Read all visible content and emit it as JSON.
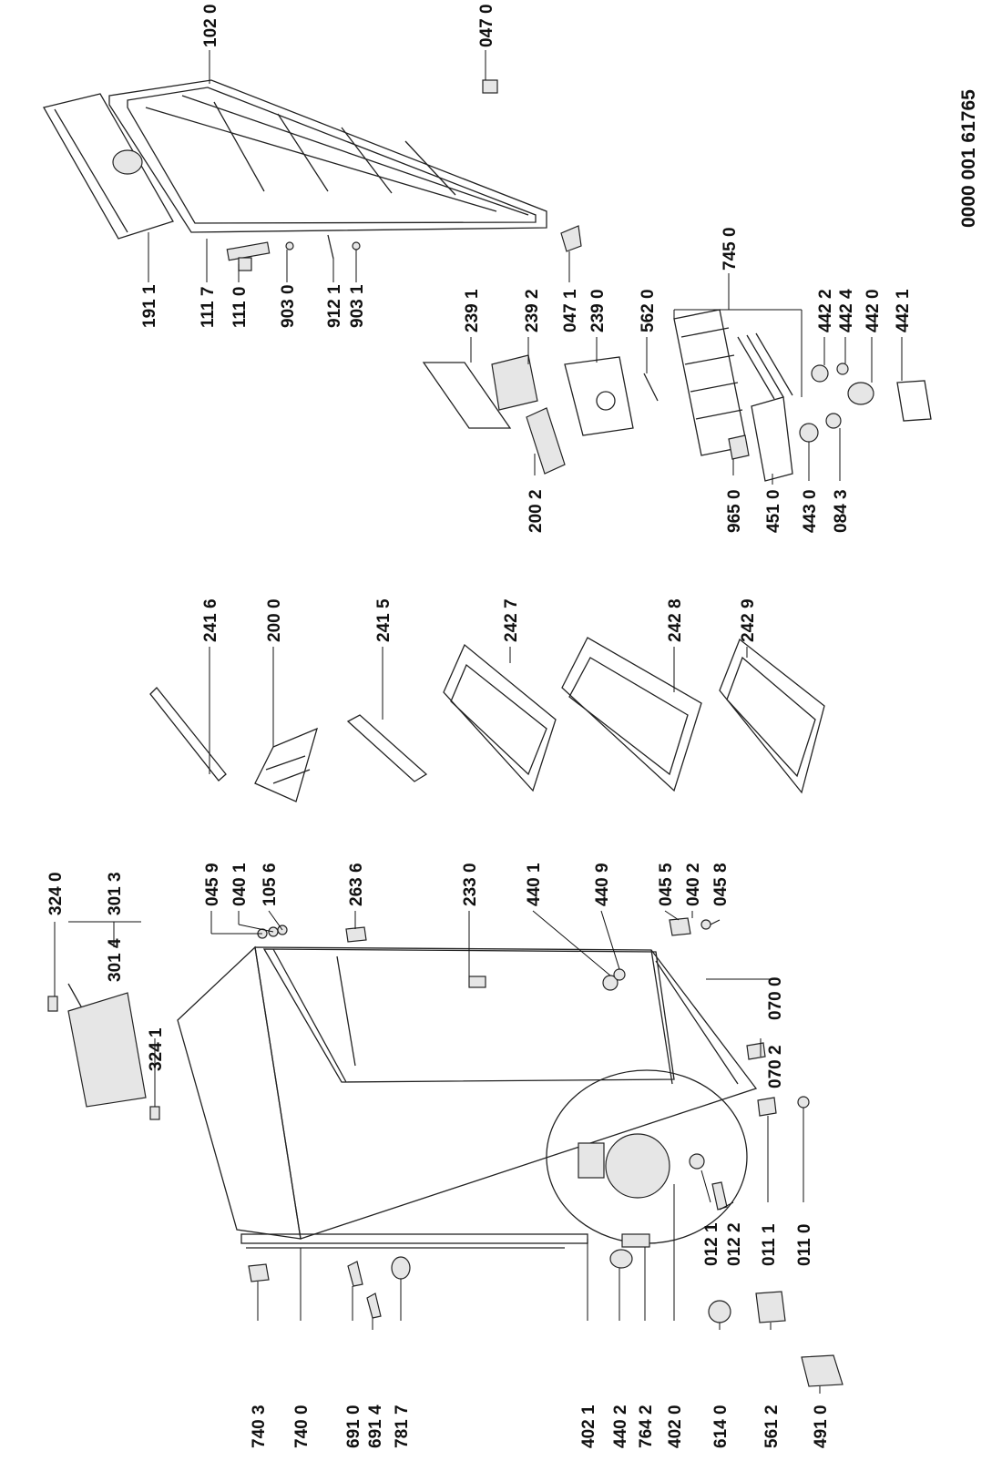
{
  "document_number": "0000 001 61765",
  "labels": {
    "l1020": "102 0",
    "l0470": "047 0",
    "l1911": "191 1",
    "l1117": "111 7",
    "l1110": "111 0",
    "l9030": "903 0",
    "l9121": "912 1",
    "l9031": "903 1",
    "l2391": "239 1",
    "l2392": "239 2",
    "l2390": "239 0",
    "l0471": "047 1",
    "l5620": "562 0",
    "l7450": "745 0",
    "l4422": "442 2",
    "l4424": "442 4",
    "l4420": "442 0",
    "l4421": "442 1",
    "l2002": "200 2",
    "l9650": "965 0",
    "l4510": "451 0",
    "l4430": "443 0",
    "l0843": "084 3",
    "l2416": "241 6",
    "l2000": "200 0",
    "l2415": "241 5",
    "l2427": "242 7",
    "l2428": "242 8",
    "l2429": "242 9",
    "l3240": "324 0",
    "l3013": "301 3",
    "l3014": "301 4",
    "l3241": "324 1",
    "l0459": "045 9",
    "l0401": "040 1",
    "l1056": "105 6",
    "l2636": "263 6",
    "l2330": "233 0",
    "l4401": "440 1",
    "l4409": "440 9",
    "l0455": "045 5",
    "l0402": "040 2",
    "l0458": "045 8",
    "l0700": "070 0",
    "l0702": "070 2",
    "l0121": "012 1",
    "l0122": "012 2",
    "l0111": "011 1",
    "l0110": "011 0",
    "l7403": "740 3",
    "l7400": "740 0",
    "l6910": "691 0",
    "l6914": "691 4",
    "l7817": "781 7",
    "l4021": "402 1",
    "l4402": "440 2",
    "l7642": "764 2",
    "l4020": "402 0",
    "l6140": "614 0",
    "l5612": "561 2",
    "l4910": "491 0"
  }
}
